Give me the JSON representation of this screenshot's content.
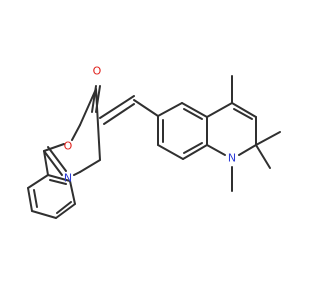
{
  "atoms": [
    {
      "id": "carbonyl-oxygen",
      "symbol": "O",
      "color": "#e0201b"
    },
    {
      "id": "ring-oxygen",
      "symbol": "O",
      "color": "#e0201b"
    },
    {
      "id": "oxazolone-nitrogen",
      "symbol": "N",
      "color": "#2b3bd6"
    },
    {
      "id": "quinoline-nitrogen",
      "symbol": "N",
      "color": "#2b3bd6"
    }
  ],
  "colors": {
    "bond": "#303030",
    "background": "#ffffff"
  }
}
